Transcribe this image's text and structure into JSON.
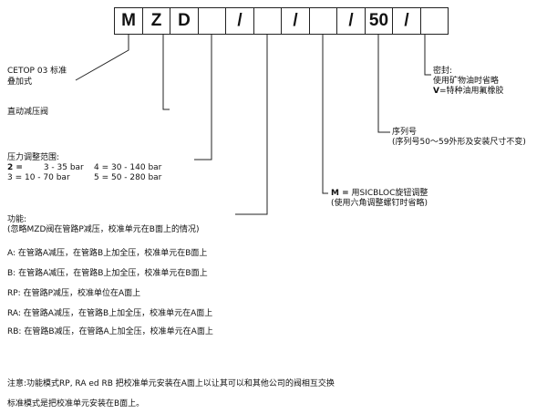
{
  "code_boxes": [
    "M",
    "Z",
    "D",
    "",
    "/",
    "",
    "/",
    "",
    "/",
    "50",
    "/",
    ""
  ],
  "labels": {
    "cetop_line1": "CETOP 03 标准",
    "cetop_line2": "叠加式",
    "direct": "直动减压阀",
    "pressure_title": "压力调整范围:",
    "p2_key": "2 =",
    "p2_val": "3 - 35 bar",
    "p3_key": "3 = 10 - 70 bar",
    "p4_key": "4 = 30 - 140 bar",
    "p5_key": "5 = 50 - 280 bar",
    "function_title": "功能:",
    "function_note": "(忽略MZD阀在管路P减压，校准单元在B面上的情况)",
    "m_key": "M =",
    "m_line1": "用SICBLOC旋钮调整",
    "m_line2": "(使用六角调整螺钉时省略)",
    "seq_title": "序列号",
    "seq_note": "(序列号50～59外形及安装尺寸不变)",
    "seal_title": "密封:",
    "seal_line1": "使用矿物油时省略",
    "seal_v_key": "V",
    "seal_v_val": "=特种油用氟橡胶"
  },
  "functions": [
    {
      "key": "A:",
      "text": " 在管路A减压，在管路B上加全压，校准单元在B面上"
    },
    {
      "key": "B:",
      "text": " 在管路A减压，在管路B上加全压，校准单元在B面上"
    },
    {
      "key": "RP:",
      "text": " 在管路P减压，校准单位在A面上"
    },
    {
      "key": "RA:",
      "text": " 在管路A减压，在管路B上加全压，校准单元在A面上"
    },
    {
      "key": "RB:",
      "text": " 在管路B减压，在管路A上加全压，校准单元在A面上"
    }
  ],
  "note_line1": "注意:功能模式RP, RA ed RB 把校准单元安装在A面上以让其可以和其他公司的阀相互交换",
  "note_line2": "标准模式是把校准单元安装在B面上。"
}
